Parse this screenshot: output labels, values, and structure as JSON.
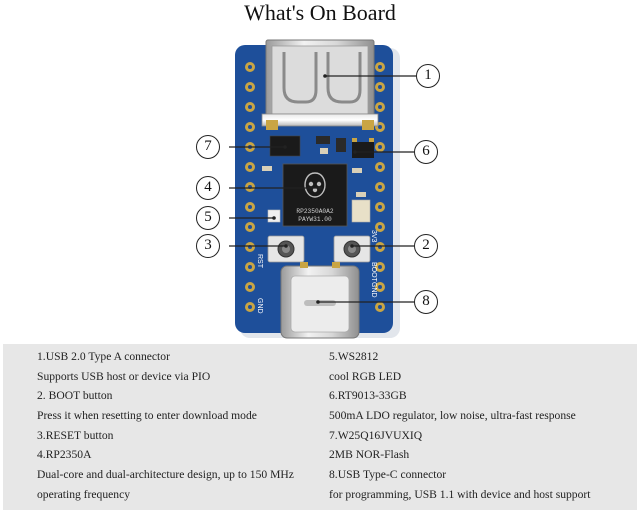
{
  "page": {
    "title": "What's On Board"
  },
  "callouts": [
    "1",
    "2",
    "3",
    "4",
    "5",
    "6",
    "7",
    "8"
  ],
  "board": {
    "pcb_color": "#1e4f9a",
    "chip_marking": [
      "RP2350A0A2",
      "PAYW31.00"
    ],
    "button_labels": {
      "boot": "BOOT",
      "reset": "RST"
    },
    "pad_labels": {
      "gnd": "GND",
      "v3v3": "3V3",
      "gnd2": "GND"
    }
  },
  "description": {
    "left": [
      "1.USB 2.0 Type A connector",
      "Supports USB host or device via PIO",
      "2. BOOT button",
      "Press it when resetting to enter download mode",
      "3.RESET button",
      "4.RP2350A",
      "Dual-core and dual-architecture design, up to 150 MHz",
      "operating frequency"
    ],
    "right": [
      "5.WS2812",
      "cool RGB LED",
      "6.RT9013-33GB",
      "500mA LDO regulator, low noise, ultra-fast response",
      "7.W25Q16JVUXIQ",
      "2MB NOR-Flash",
      "8.USB Type-C connector",
      "for programming, USB 1.1 with device and host support"
    ]
  },
  "colors": {
    "panel_bg": "#e7e7e7",
    "pcb": "#1e4f9a",
    "gold": "#c9a544"
  }
}
